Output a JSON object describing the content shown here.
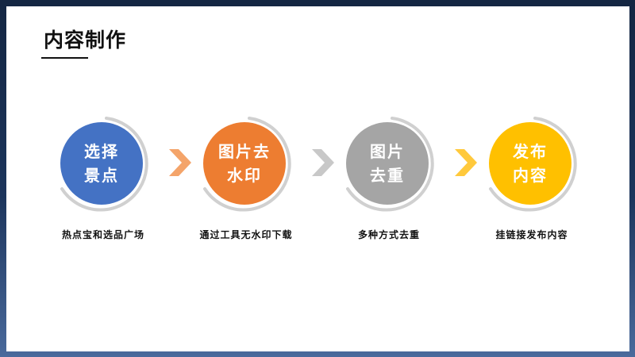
{
  "slide": {
    "title": "内容制作"
  },
  "steps": [
    {
      "line1": "选择",
      "line2": "景点",
      "description": "热点宝和选品广场",
      "color": "#4472C4"
    },
    {
      "line1": "图片去",
      "line2": "水印",
      "description": "通过工具无水印下载",
      "color": "#ED7D31"
    },
    {
      "line1": "图片",
      "line2": "去重",
      "description": "多种方式去重",
      "color": "#A5A5A5"
    },
    {
      "line1": "发布",
      "line2": "内容",
      "description": "挂链接发布内容",
      "color": "#FFC000"
    }
  ],
  "arrows": [
    {
      "icon": "chevron-right-icon",
      "color": "#F4A46A"
    },
    {
      "icon": "chevron-right-icon",
      "color": "#C8C8C8"
    },
    {
      "icon": "chevron-right-icon",
      "color": "#FFC93C"
    }
  ],
  "theme": {
    "ring_color": "#D0D0D0",
    "frame_color": "#142642",
    "text_color": "#111111"
  }
}
